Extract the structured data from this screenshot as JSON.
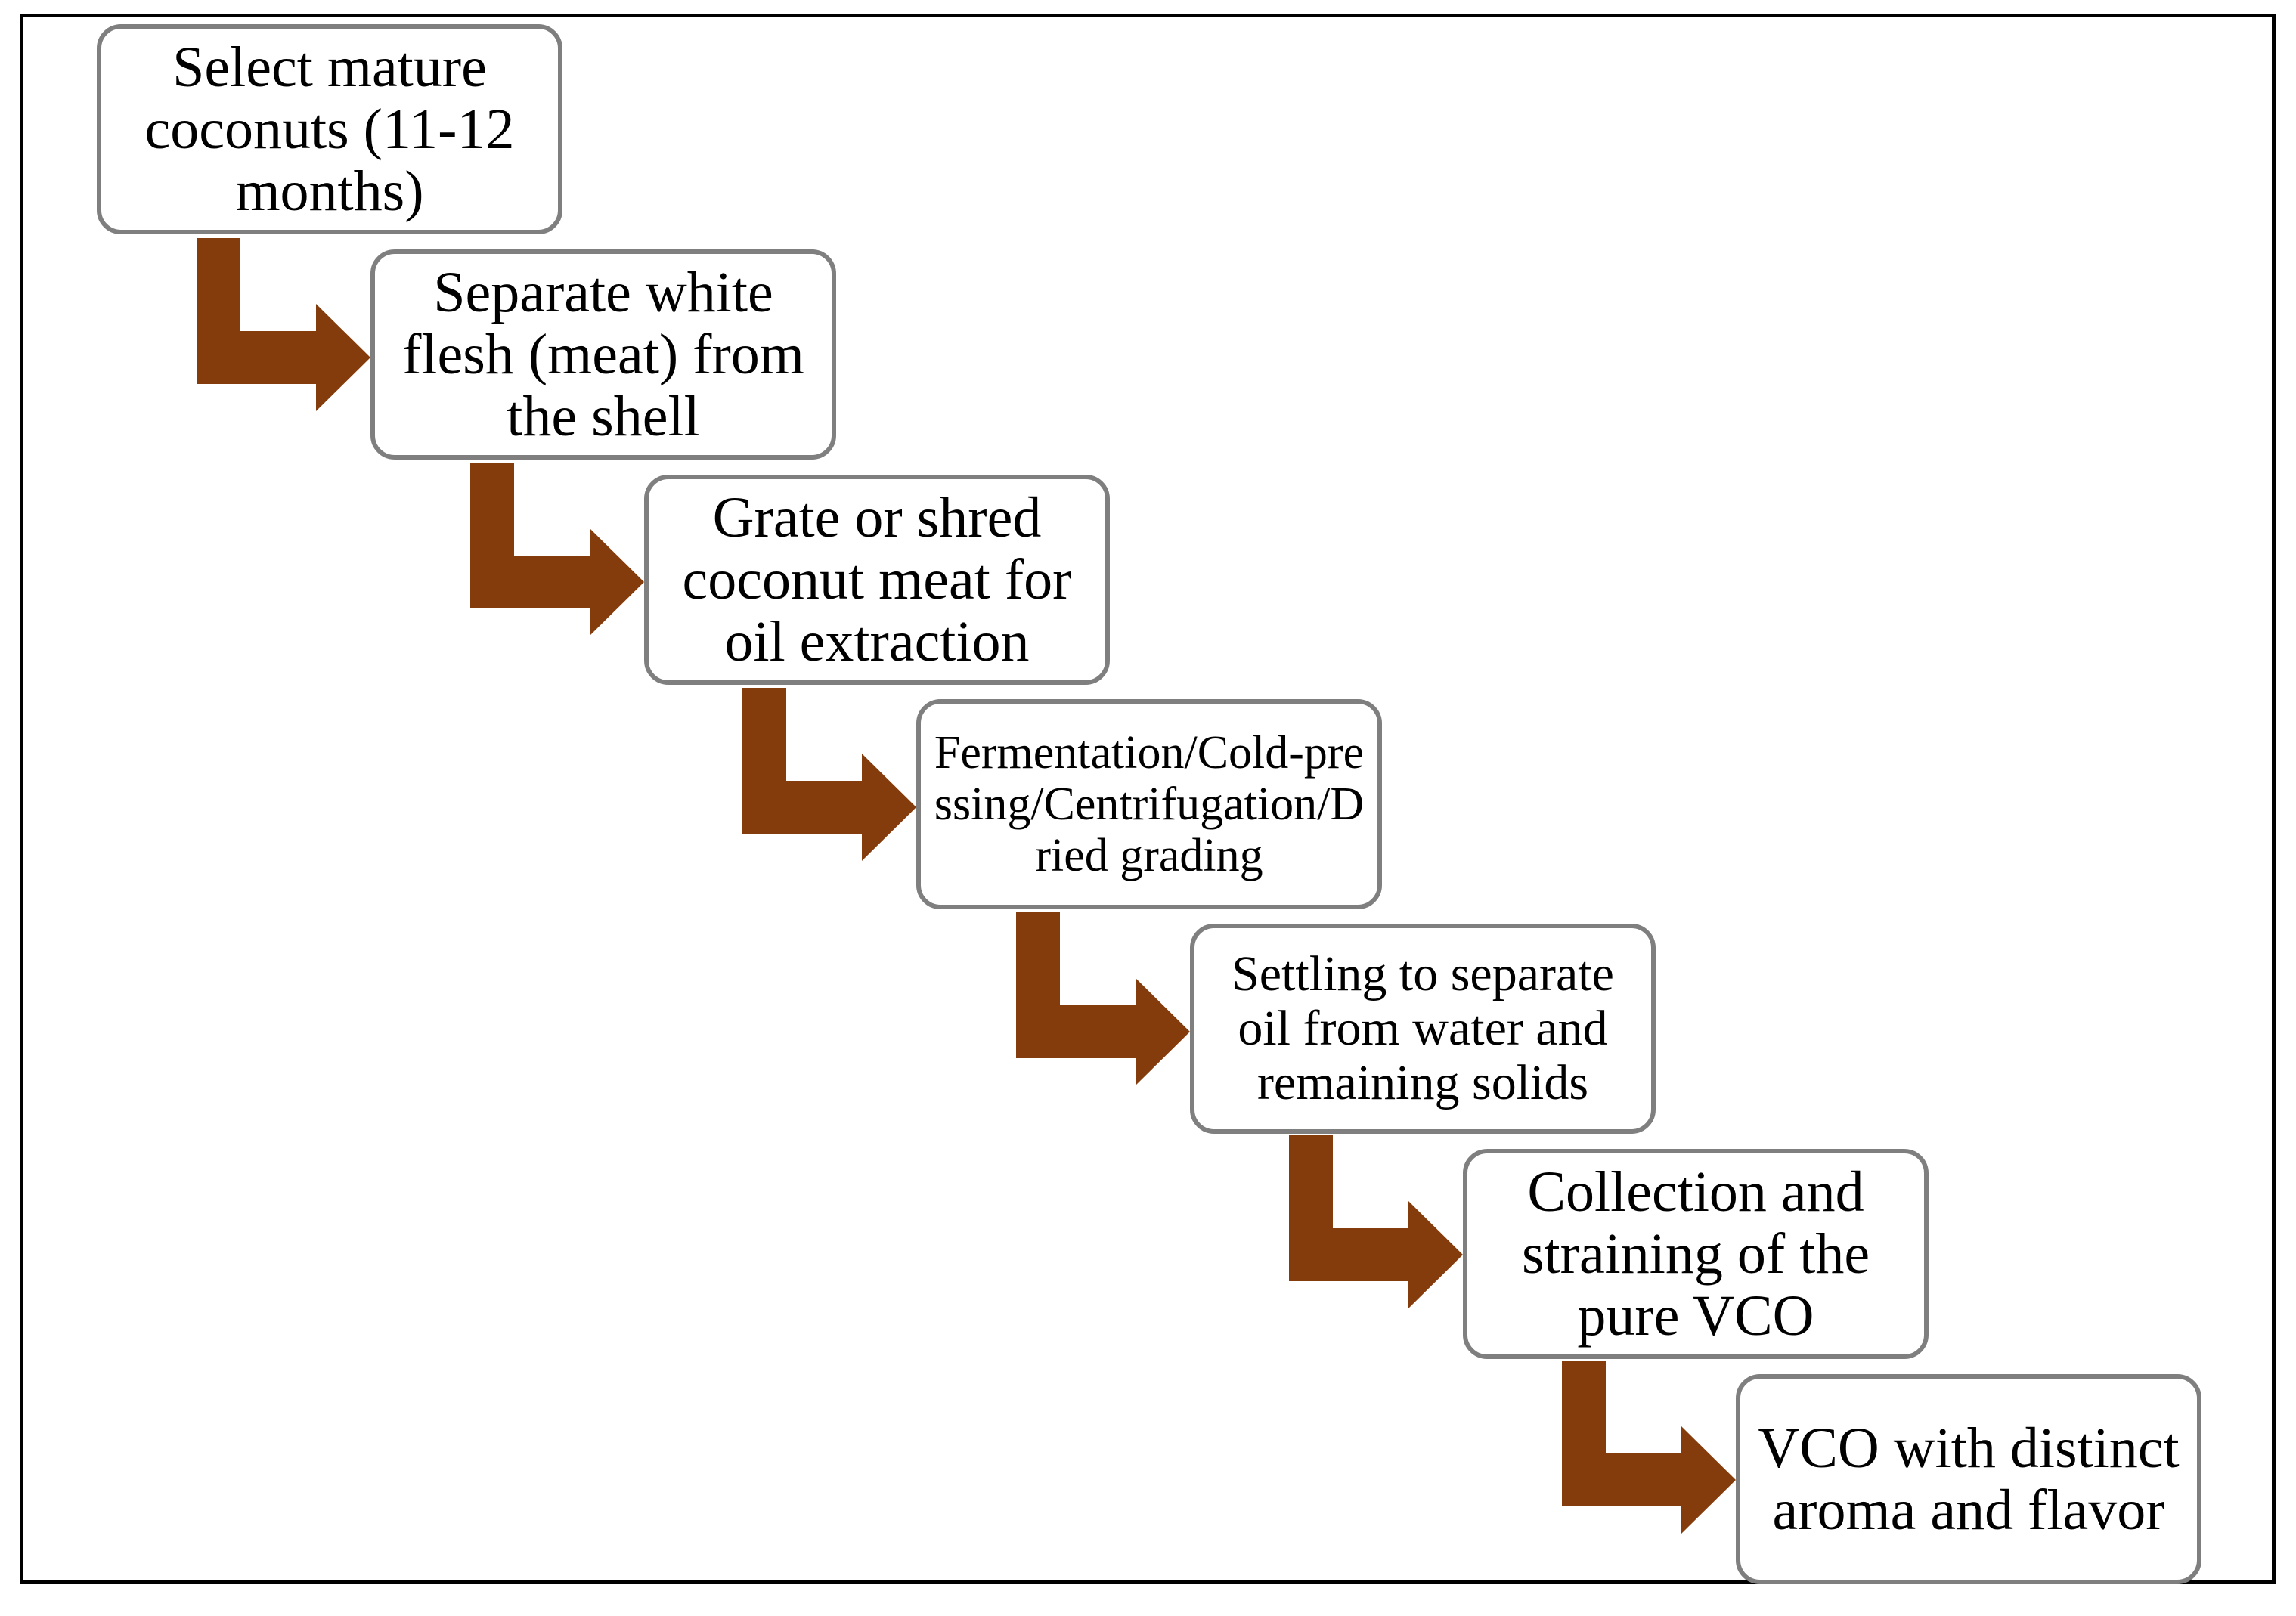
{
  "diagram": {
    "colors": {
      "arrow": "#843C0C",
      "box_border": "#7F7F7F",
      "frame_border": "#000000",
      "text": "#000000"
    },
    "steps": [
      {
        "label": "Select mature coconuts (11-12 months)"
      },
      {
        "label": "Separate white flesh (meat) from the shell"
      },
      {
        "label": "Grate or shred coconut meat for oil extraction"
      },
      {
        "label": "Fermentation/Cold-pressing/Centrifugation/Dried grading"
      },
      {
        "label": "Settling to separate oil from water and remaining solids"
      },
      {
        "label": "Collection and straining of the pure VCO"
      },
      {
        "label": "VCO with distinct aroma and flavor"
      }
    ],
    "edges": [
      {
        "from": 0,
        "to": 1
      },
      {
        "from": 1,
        "to": 2
      },
      {
        "from": 2,
        "to": 3
      },
      {
        "from": 3,
        "to": 4
      },
      {
        "from": 4,
        "to": 5
      },
      {
        "from": 5,
        "to": 6
      }
    ]
  }
}
